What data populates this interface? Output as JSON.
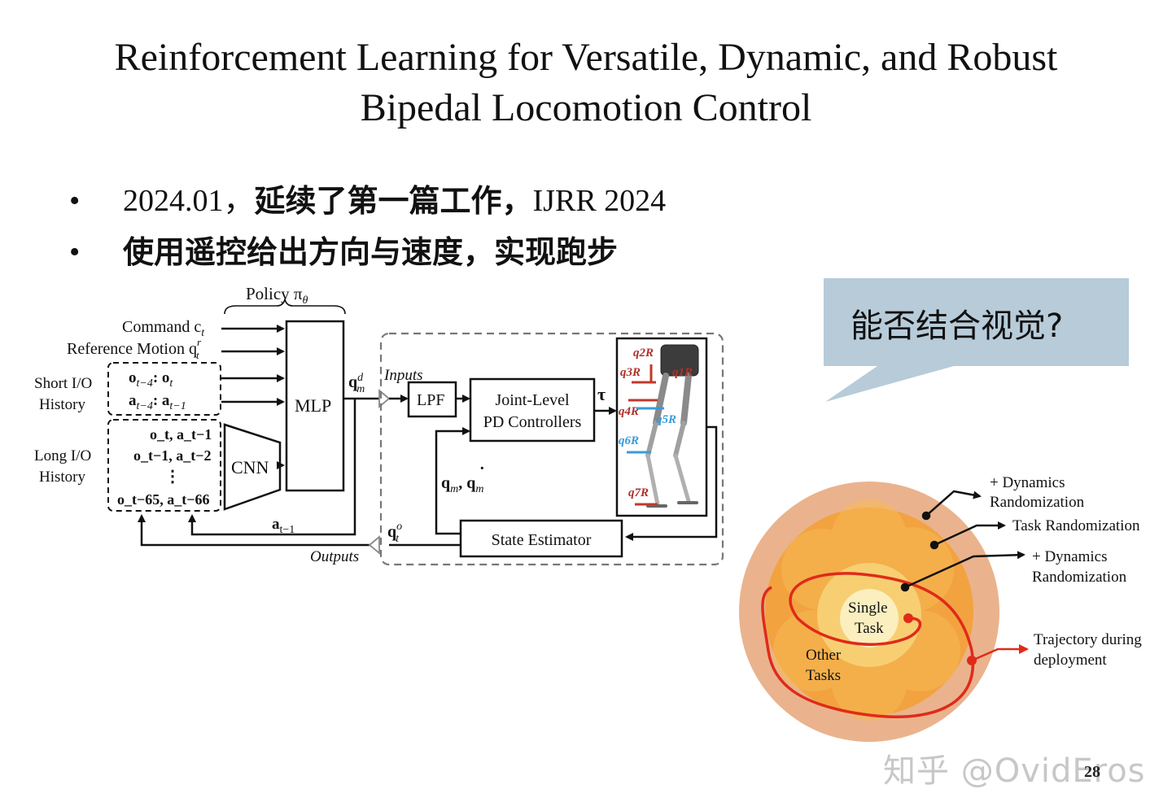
{
  "slide": {
    "title_line1": "Reinforcement Learning for Versatile, Dynamic, and Robust",
    "title_line2": "Bipedal Locomotion Control",
    "bullets": [
      {
        "marker": "•",
        "text_date": "2024.01，",
        "text_cn": "延续了第一篇工作，",
        "text_venue": "IJRR 2024"
      },
      {
        "marker": "•",
        "text": "使用遥控给出方向与速度，实现跑步"
      }
    ],
    "callout": "能否结合视觉?",
    "watermark": "知乎 @OvidEros",
    "page_number": "28"
  },
  "diagram": {
    "policy_label": "Policy π",
    "policy_sub": "θ",
    "command": "Command c",
    "command_sub": "t",
    "reference_motion": "Reference Motion q",
    "reference_sup": "r",
    "reference_sub": "t",
    "short_io_1": "Short I/O",
    "short_io_2": "History",
    "short_o": "o",
    "short_o_range": "t−4",
    "short_o_end": "t",
    "short_a": "a",
    "short_a_range": "t−4",
    "short_a_end": "t−1",
    "long_io_1": "Long I/O",
    "long_io_2": "History",
    "long_rows": [
      "o_t, a_t−1",
      "o_t−1, a_t−2",
      "⋮",
      "o_t−65, a_t−66"
    ],
    "cnn": "CNN",
    "mlp": "MLP",
    "qmd": "q",
    "qmd_sup": "d",
    "qmd_sub": "m",
    "inputs": "Inputs",
    "lpf": "LPF",
    "joint_level_1": "Joint-Level",
    "joint_level_2": "PD Controllers",
    "tau": "τ",
    "qm_dot": "q",
    "qm_sub": "m",
    "qm_sep": ", ",
    "state_estimator": "State Estimator",
    "a_prev": "a",
    "a_prev_sub": "t−1",
    "qto": "q",
    "qto_sup": "o",
    "qto_sub": "t",
    "outputs": "Outputs",
    "robot_labels": [
      "q2R",
      "q3R",
      "q1R",
      "q4R",
      "q5R",
      "q6R",
      "q7R"
    ]
  },
  "sphere": {
    "labels": {
      "dyn_rand_outer_1": "+ Dynamics",
      "dyn_rand_outer_2": "Randomization",
      "task_rand": "Task Randomization",
      "dyn_rand_inner_1": "+ Dynamics",
      "dyn_rand_inner_2": "Randomization",
      "single_task_1": "Single",
      "single_task_2": "Task",
      "other_tasks_1": "Other",
      "other_tasks_2": "Tasks",
      "trajectory_1": "Trajectory during",
      "trajectory_2": "deployment"
    },
    "colors": {
      "outer": "#e9b089",
      "mid": "#f2a03c",
      "inner": "#f7d27a",
      "core": "#fbf1c3",
      "trajectory": "#e02a1a"
    }
  }
}
